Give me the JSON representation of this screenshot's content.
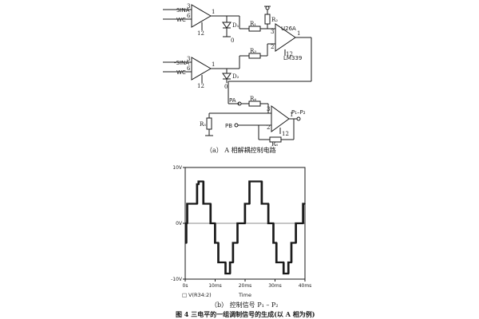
{
  "circuit": {
    "op1_in_plus": "SINA",
    "op1_in_minus": "WC",
    "op1_pin_plus": "3",
    "op1_pin_minus": "6",
    "op1_pin_out": "1",
    "op1_pin_supply": "12",
    "d1_label": "D₁",
    "r1_label": "R₁",
    "r2_label": "R₂",
    "ground_mark": "0",
    "u_label": "U26A",
    "u_pin_plus": "3",
    "u_pin_minus": "2",
    "u_pin_out": "1",
    "u_pin_supply": "12",
    "lm_label": "LM339",
    "op2_in_plus": "-SINA",
    "op2_in_minus": "WC",
    "op2_pin_plus": "3",
    "op2_pin_minus": "6",
    "op2_pin_out": "1",
    "op2_pin_supply": "12",
    "d2_label": "D₂",
    "r3_label": "R₃",
    "pa_label": "PA",
    "pb_label": "PB",
    "r4_label": "R₄",
    "r5_label": "R₅",
    "r6_label": "R₆",
    "op3_pin_plus": "3",
    "op3_pin_minus": "2",
    "op3_pin_out": "1",
    "op3_pin_supply": "12",
    "out_label": "P₁–P₂"
  },
  "caption_a": "（a） A 相解耦控制电路",
  "caption_b": "（b） 控制信号 P₁ – P₂",
  "figure_caption": "图 4 三电平的一组调制信号的生成(以 A 相为例)",
  "chart_data": {
    "type": "line",
    "title": "",
    "xlabel": "Time",
    "ylabel": "",
    "x_ticks": [
      "0s",
      "10ms",
      "20ms",
      "30ms",
      "40ms"
    ],
    "y_ticks": [
      "-10V",
      "0V",
      "10V"
    ],
    "xlim": [
      0,
      40
    ],
    "ylim": [
      -10,
      10
    ],
    "legend": [
      {
        "marker": "□",
        "name": "V(R34:2)"
      }
    ],
    "series": [
      {
        "name": "V(R34:2)",
        "x": [
          0,
          0.3,
          0.6,
          3.9,
          4.4,
          5.4,
          6.0,
          7.8,
          8.4,
          9.4,
          9.9,
          10.4,
          11.0,
          12.8,
          13.4,
          14.4,
          14.9,
          15.4,
          15.9,
          16.9,
          17.4,
          19.3,
          19.9,
          20.9,
          21.4,
          24.0,
          24.5,
          25.5,
          26.0,
          27.7,
          28.3,
          29.4,
          29.9,
          30.4,
          31.0,
          32.8,
          33.4,
          34.4,
          34.9,
          35.4,
          35.9,
          36.9,
          37.4,
          39.3,
          39.9
        ],
        "y": [
          -3.5,
          0,
          3.5,
          7.0,
          7.5,
          7.5,
          3.5,
          3.5,
          0,
          0,
          -3.5,
          -3.5,
          -7.0,
          -7.0,
          -9.0,
          -9.0,
          -7.0,
          -7.0,
          -3.5,
          -3.5,
          0,
          0,
          3.5,
          3.5,
          7.5,
          7.5,
          7.5,
          3.5,
          3.5,
          0,
          0,
          -3.5,
          -3.5,
          -7.0,
          -7.0,
          -9.0,
          -9.0,
          -7.0,
          -7.0,
          -3.5,
          -3.5,
          0,
          0,
          3.5,
          3.5
        ]
      }
    ]
  }
}
